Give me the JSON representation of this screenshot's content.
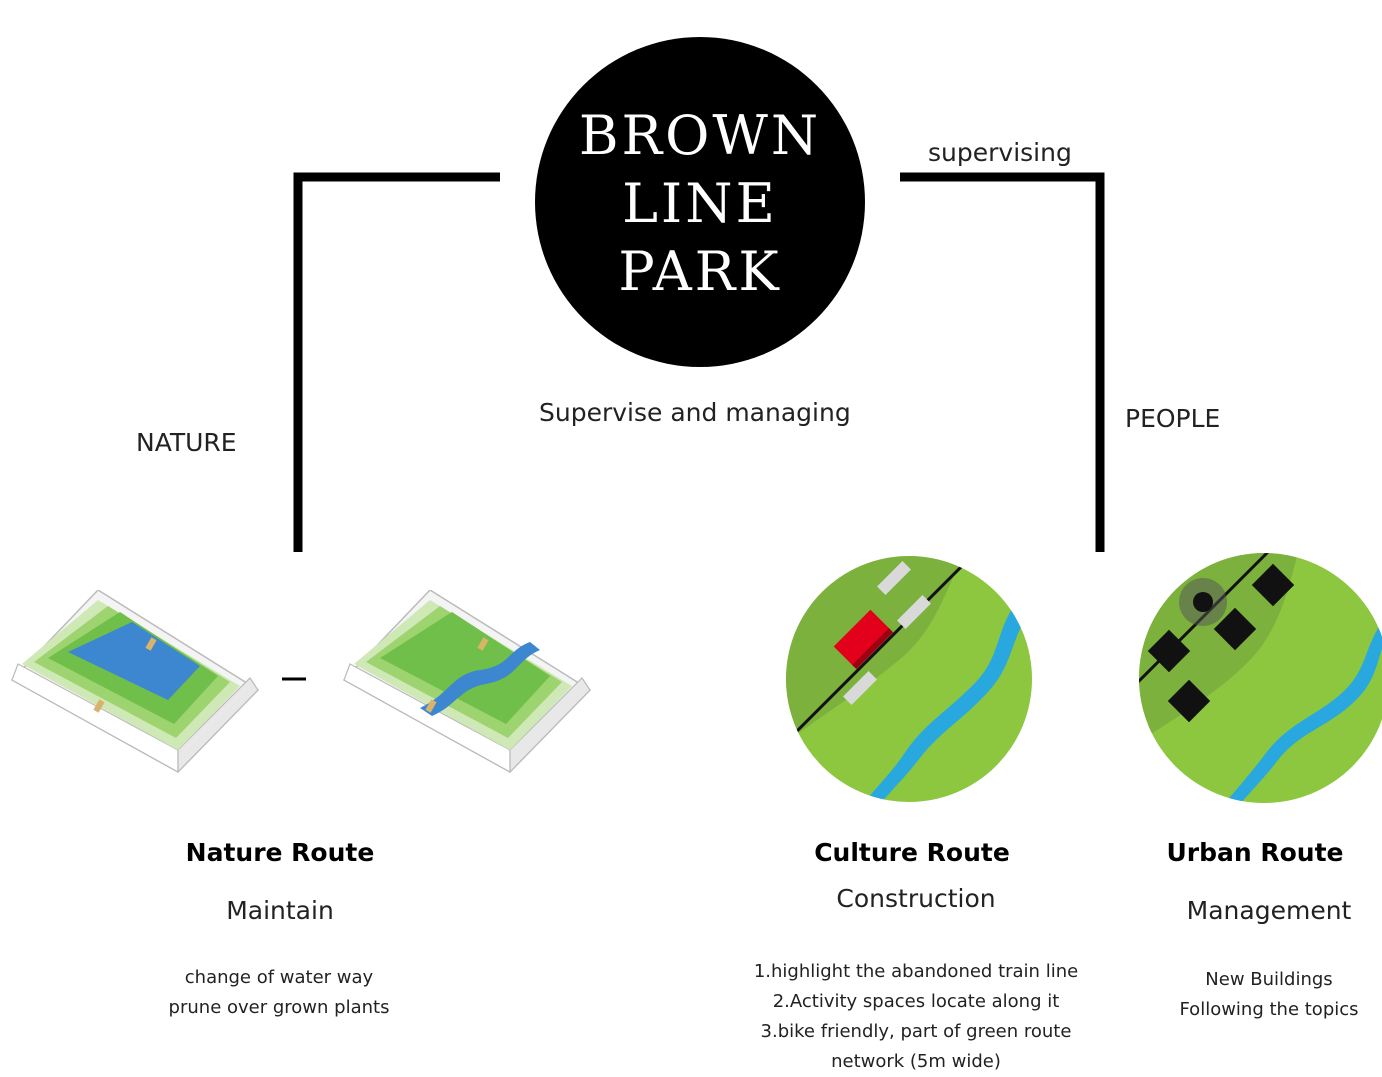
{
  "title": {
    "lines": [
      "BROWN",
      "LINE",
      "PARK"
    ]
  },
  "connectors": {
    "left_label": "NATURE",
    "right_top_label": "supervising",
    "right_label": "PEOPLE",
    "center_label": "Supervise and managing"
  },
  "routes": {
    "nature": {
      "title": "Nature Route",
      "action": "Maintain",
      "desc": [
        "change of water way",
        "prune over grown plants"
      ]
    },
    "culture": {
      "title": "Culture Route",
      "action": "Construction",
      "desc": [
        "1.highlight the abandoned train line",
        "2.Activity spaces locate along it",
        "3.bike friendly, part of green route",
        "network (5m wide)"
      ]
    },
    "urban": {
      "title": "Urban Route",
      "action": "Management",
      "desc": [
        "New Buildings",
        "Following the topics"
      ]
    }
  },
  "colors": {
    "grass": "#8dc63f",
    "water": "#29a8e0",
    "dark": "#000000",
    "red": "#e3001b"
  }
}
